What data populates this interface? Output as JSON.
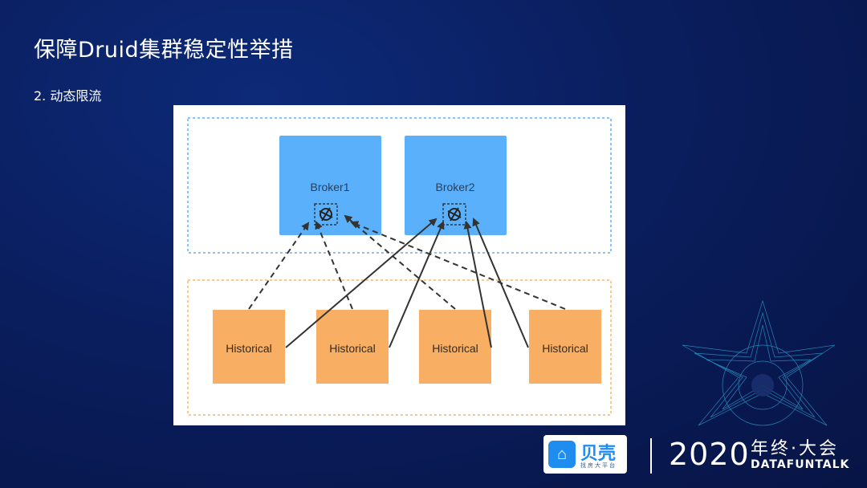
{
  "slide": {
    "title": "保障Druid集群稳定性举措",
    "subtitle": "2. 动态限流"
  },
  "diagram": {
    "brokers": [
      {
        "label": "Broker1",
        "icon": "throttle-icon"
      },
      {
        "label": "Broker2",
        "icon": "throttle-icon"
      }
    ],
    "historicals": [
      {
        "label": "Historical"
      },
      {
        "label": "Historical"
      },
      {
        "label": "Historical"
      },
      {
        "label": "Historical"
      }
    ],
    "colors": {
      "broker": "#5ab0fb",
      "historical": "#f8ae63",
      "broker_group_border": "#6aaef0",
      "historical_group_border": "#f3b870",
      "arrow": "#333333"
    }
  },
  "footer": {
    "logo_text": "贝壳",
    "logo_sub": "找房大平台",
    "year": "2020",
    "event": "年终·大会",
    "brand": "DATAFUNTALK"
  }
}
